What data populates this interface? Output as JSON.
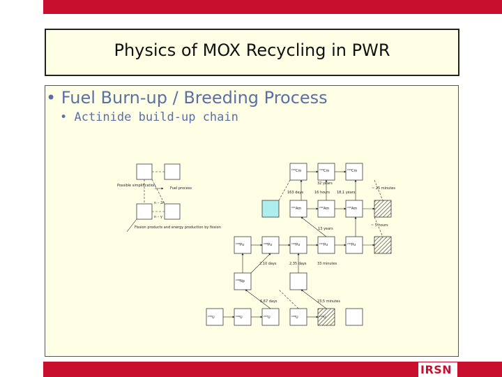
{
  "header": {
    "logo": "IRSN"
  },
  "slide": {
    "title": "Physics of MOX Recycling in PWR",
    "bullet1": "• Fuel Burn-up / Breeding Process",
    "bullet2": "• Actinide build-up chain"
  },
  "diagram": {
    "legend": {
      "possible": "Possible simplification",
      "fuel": "Fuel process",
      "n2n": "n – 2n",
      "ngamma": "n – γ",
      "fission": "Fission products and energy production by fission"
    },
    "nodes": {
      "cm1": "²⁴²Cm",
      "cm2": "²⁴³Cm",
      "cm3": "²⁴⁴Cm",
      "am1": "²⁴¹Am",
      "am2": "²⁴²Am",
      "am3": "²⁴³Am",
      "pu1": "²³⁸Pu",
      "pu2": "²³⁹Pu",
      "pu3": "²⁴⁰Pu",
      "pu4": "²⁴¹Pu",
      "pu5": "²⁴²Pu",
      "np": "²³⁹Np",
      "u1": "²³⁵U",
      "u2": "²³⁶U",
      "u3": "²³⁷U",
      "u4": "²³⁸U",
      "u5": "²³⁹U"
    },
    "labels": {
      "t163": "163 days",
      "t32": "32 years",
      "t16h": "16 hours",
      "t181": "18,1 years",
      "t25": "~ 25 minutes",
      "t5h": "~ 5 hours",
      "t13": "13 years",
      "t210": "2,10 days",
      "t235": "2,35 days",
      "t33": "33 minutes",
      "t675": "6,67 days",
      "t235m": "23,5 minutes"
    }
  },
  "colors": {
    "brand": "#c8102e",
    "panel": "#ffffe6",
    "bullet": "#5a6fa8",
    "fissile": "#aeeeee",
    "hatch": "#2a2a5a"
  }
}
